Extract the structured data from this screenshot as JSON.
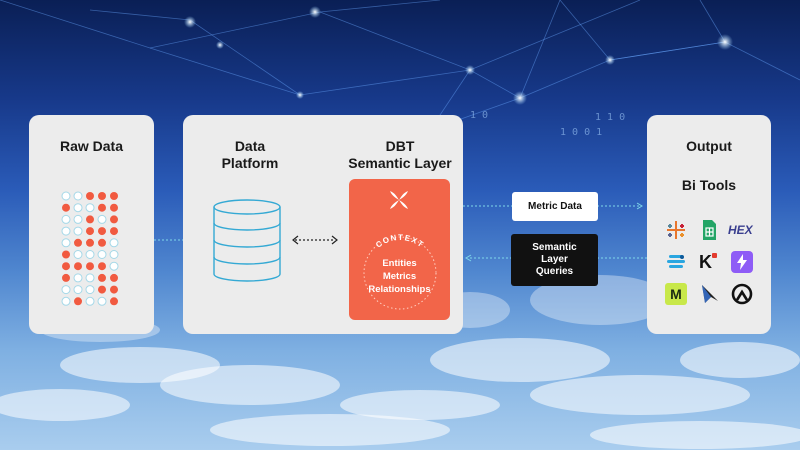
{
  "raw_data": {
    "title": "Raw Data"
  },
  "platform": {
    "title_line1": "Data",
    "title_line2": "Platform"
  },
  "semantic": {
    "title_line1": "DBT",
    "title_line2": "Semantic Layer",
    "context_label": "CONTEXT",
    "items": [
      "Entities",
      "Metrics",
      "Relationships"
    ]
  },
  "flows": {
    "metric_data": "Metric Data",
    "queries_line1": "Semantic",
    "queries_line2": "Layer",
    "queries_line3": "Queries"
  },
  "output": {
    "title": "Output",
    "subtitle": "Bi Tools",
    "tools": [
      "tableau-logo",
      "google-sheets-logo",
      "hex-logo",
      "looker-logo",
      "klipfolio-logo",
      "bolt-logo",
      "mode-logo",
      "deepnote-logo",
      "arc-logo"
    ],
    "hex_text": "HEX",
    "klip_text": "K",
    "mode_text": "M"
  },
  "colors": {
    "accent": "#f26549",
    "card": "#ececec",
    "dot_red": "#f15a40",
    "dot_light": "#cfe9f2",
    "cylinder": "#34a9d4",
    "flow_line": "#7fd8ea"
  }
}
